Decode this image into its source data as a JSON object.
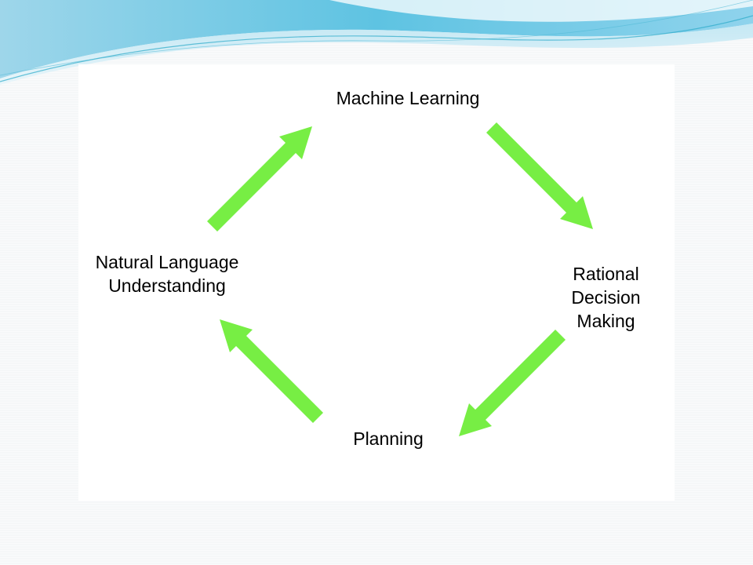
{
  "slide": {
    "background_color": "#f5f7f8",
    "panel_color": "#ffffff",
    "wave_colors": [
      "#7ec8e8",
      "#5bc0de",
      "#a8dcef",
      "#2aa9c9"
    ]
  },
  "diagram": {
    "type": "cycle",
    "arrow_color": "#77ee44",
    "nodes": [
      {
        "id": "ml",
        "label": "Machine Learning"
      },
      {
        "id": "rdm",
        "label": "Rational\nDecision\nMaking"
      },
      {
        "id": "plan",
        "label": "Planning"
      },
      {
        "id": "nlu",
        "label": "Natural Language\nUnderstanding"
      }
    ],
    "edges": [
      {
        "from": "ml",
        "to": "rdm"
      },
      {
        "from": "rdm",
        "to": "plan"
      },
      {
        "from": "plan",
        "to": "nlu"
      },
      {
        "from": "nlu",
        "to": "ml"
      }
    ]
  }
}
